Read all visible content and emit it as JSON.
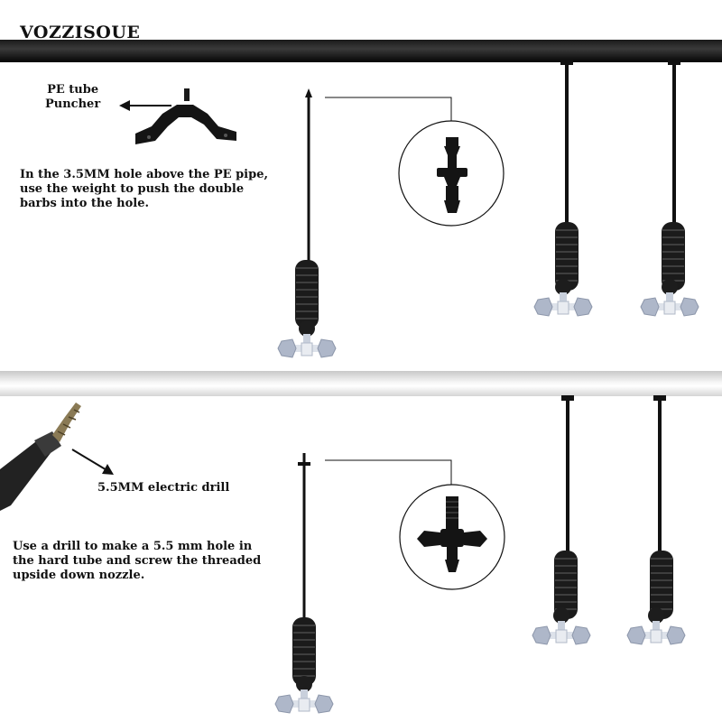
{
  "brand": "VOZZISOUE",
  "top_section": {
    "tool_label_line1": "PE tube",
    "tool_label_line2": "Puncher",
    "description_lines": [
      "In the 3.5MM hole above the PE pipe,",
      "use the weight to push the double",
      "barbs into the hole."
    ]
  },
  "bottom_section": {
    "tool_label": "5.5MM electric drill",
    "description_lines": [
      "Use a drill to make a 5.5 mm hole in",
      "the hard tube and screw the threaded",
      "upside down nozzle."
    ]
  },
  "colors": {
    "black_pipe": "#1a1a1a",
    "white_pipe": "#f2f2f2",
    "nozzle": "#b9c2d4",
    "text": "#111111"
  }
}
